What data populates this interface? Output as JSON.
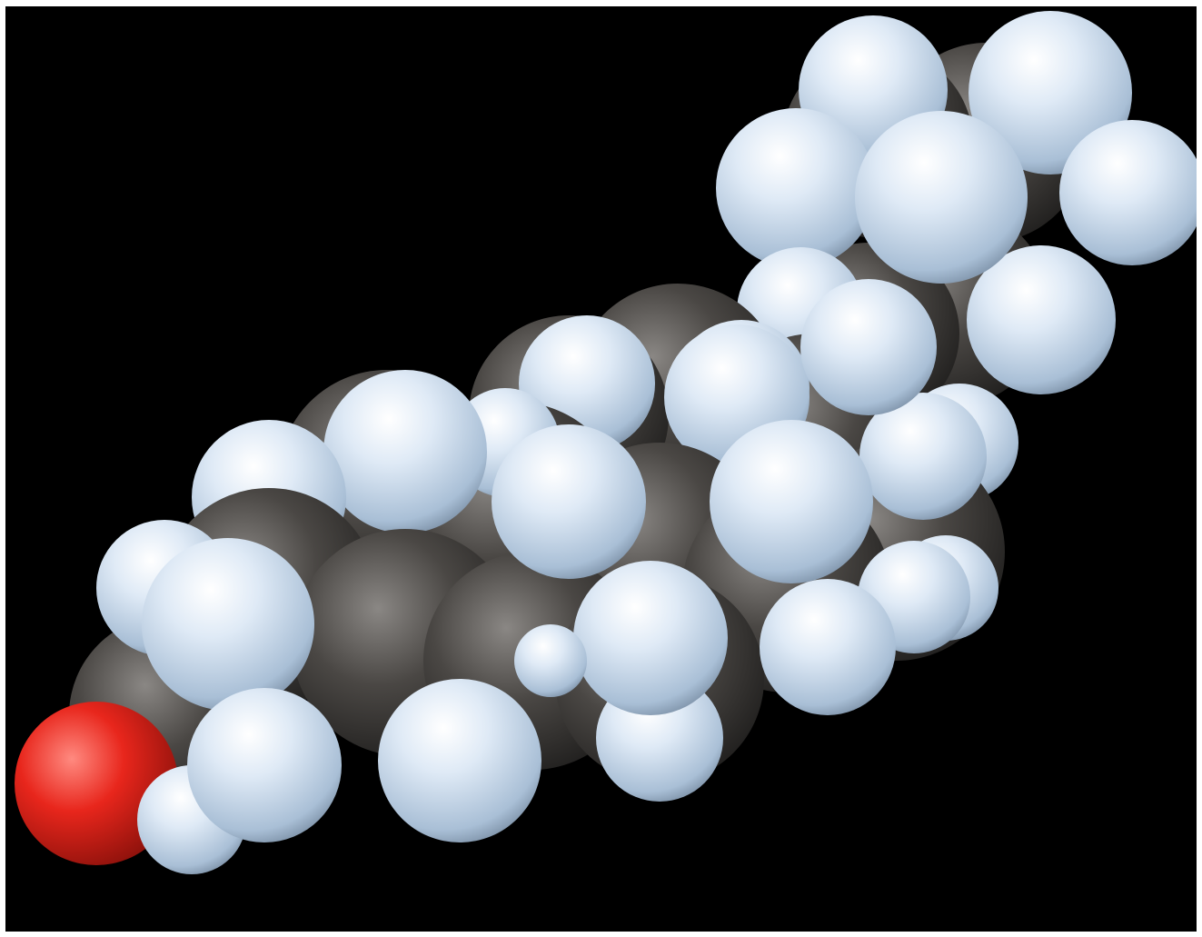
{
  "image": {
    "subject": "space-filling-molecule-model",
    "background_color": "#000000",
    "frame_color": "#ffffff",
    "atom_colors": {
      "hydrogen": "#e6f0fa",
      "carbon": "#3d3b39",
      "oxygen": "#e8261c"
    },
    "atom_counts": {
      "hydrogen": 44,
      "carbon": 19,
      "oxygen": 1
    }
  }
}
